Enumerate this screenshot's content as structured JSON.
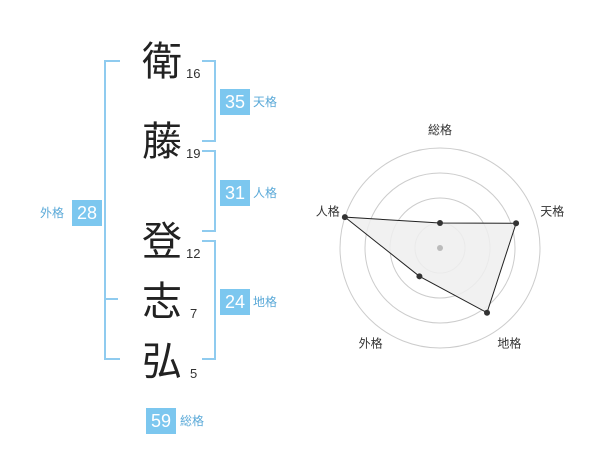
{
  "name": {
    "characters": [
      {
        "char": "衛",
        "strokes": "16"
      },
      {
        "char": "藤",
        "strokes": "19"
      },
      {
        "char": "登",
        "strokes": "12"
      },
      {
        "char": "志",
        "strokes": "7"
      },
      {
        "char": "弘",
        "strokes": "5"
      }
    ]
  },
  "scores": {
    "tenkaku": {
      "value": "35",
      "label": "天格"
    },
    "jinkaku": {
      "value": "31",
      "label": "人格"
    },
    "chikaku": {
      "value": "24",
      "label": "地格"
    },
    "gaikaku": {
      "value": "28",
      "label": "外格"
    },
    "soukaku": {
      "value": "59",
      "label": "総格"
    }
  },
  "chart_data": {
    "type": "radar",
    "axes": [
      "総格",
      "天格",
      "地格",
      "外格",
      "人格"
    ],
    "values": [
      0.25,
      0.8,
      0.8,
      0.35,
      1.0
    ],
    "rings": 4,
    "colors": {
      "fill": "#eeeeee",
      "line": "#222222",
      "ring": "#cccccc",
      "point": "#333333",
      "center": "#bbbbbb"
    }
  }
}
